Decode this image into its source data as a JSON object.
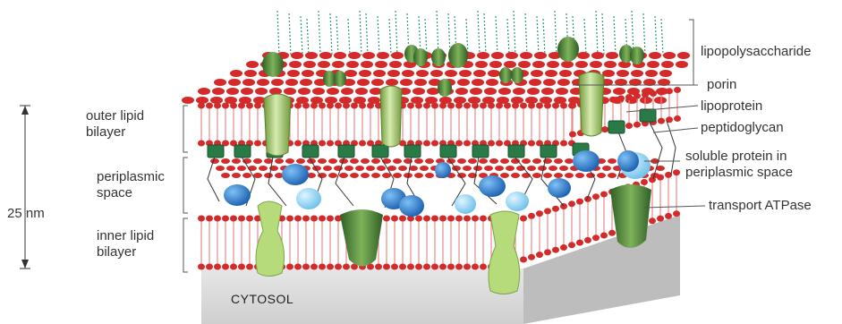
{
  "left_labels": {
    "outer_lipid_bilayer": [
      "outer lipid",
      "bilayer"
    ],
    "periplasmic_space": [
      "periplasmic",
      "space"
    ],
    "inner_lipid_bilayer": [
      "inner lipid",
      "bilayer"
    ]
  },
  "scale": {
    "label": "25 nm"
  },
  "right_labels": {
    "lipopolysaccharide": "lipopolysaccharide",
    "porin": "porin",
    "lipoprotein": "lipoprotein",
    "peptidoglycan": "peptidoglycan",
    "soluble_protein": [
      "soluble protein in",
      "periplasmic space"
    ],
    "transport_atpase": "transport ATPase"
  },
  "cytosol_label": "CYTOSOL",
  "colors": {
    "lipid_head": "#d42a2a",
    "lipid_tail": "#e58b8b",
    "porin_green": "#9cc36a",
    "dark_green": "#3f7a3a",
    "protein_blue": "#2a7fd0",
    "light_blue": "#8fd0f0",
    "sugar_green": "#2f9c6e",
    "cytosol_grey": "#d9d9d9"
  }
}
